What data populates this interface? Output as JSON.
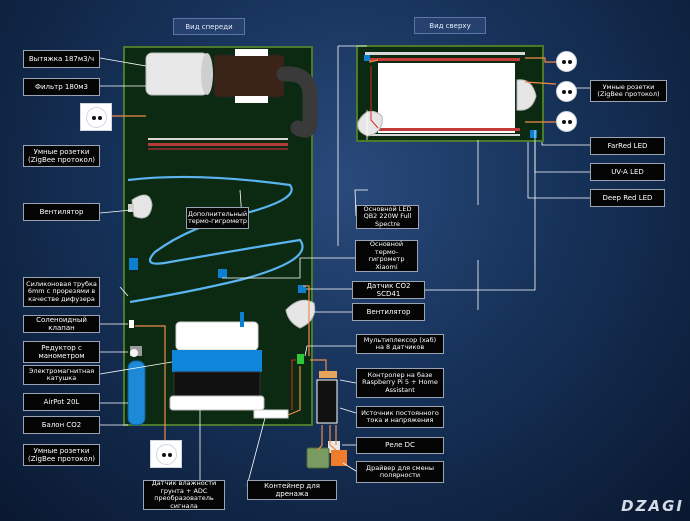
{
  "headers": {
    "front_view": "Вид спереди",
    "top_view": "Вид сверху"
  },
  "labels": {
    "exhaust": "Вытяжка 187м3/ч",
    "filter": "Фильтр 180м3",
    "smart_sockets_left": "Умные розетки (ZigBee протокол)",
    "fan_left": "Вентилятор",
    "extra_thermo": "Дополнительный термо-гигрометр",
    "main_led": "Основной LED QB2 220W Full Spectre",
    "main_thermo": "Основной термо-гигрометр Xiaomi",
    "co2_sensor": "Датчик CO2 SCD41",
    "fan_right": "Вентилятор",
    "silicone_tube": "Силиконовая трубка 6mm с прорезями в качестве дифузера",
    "solenoid": "Соленоидный клапан",
    "reducer": "Редуктор с манометром",
    "em_coil": "Электромагнитная катушка",
    "airpot": "AirPot 20L",
    "co2_tank": "Балон CO2",
    "smart_sockets_bottom": "Умные розетки (ZigBee протокол)",
    "soil_sensor": "Датчик влажности грунта + ADC преобразователь сигнала",
    "drain": "Контейнер для дренажа",
    "multiplexer": "Мультиплексор (хаб) на 8 датчиков",
    "controller": "Контролер на базе Raspberry Pi 5 + Home Assistant",
    "power_supply": "Источник постоянного тока и напряжения",
    "relay": "Реле DC",
    "driver": "Драйвер для смены полярности",
    "smart_sockets_right": "Умные розетки (ZigBee протокол)",
    "farred": "FarRed LED",
    "uva": "UV-A LED",
    "deepred": "Deep Red LED"
  },
  "logo": "DZAGI",
  "colors": {
    "background": "#163259",
    "panel_green": "#0c2a12",
    "panel_border": "#4c7a2c",
    "wire_white": "#ffffff",
    "wire_orange": "#f08a4b",
    "wire_blue": "#5ab4f0",
    "wire_red": "#d62b2b",
    "device_blue": "#0c7fd1",
    "duct_dark": "#3a3a3a"
  }
}
